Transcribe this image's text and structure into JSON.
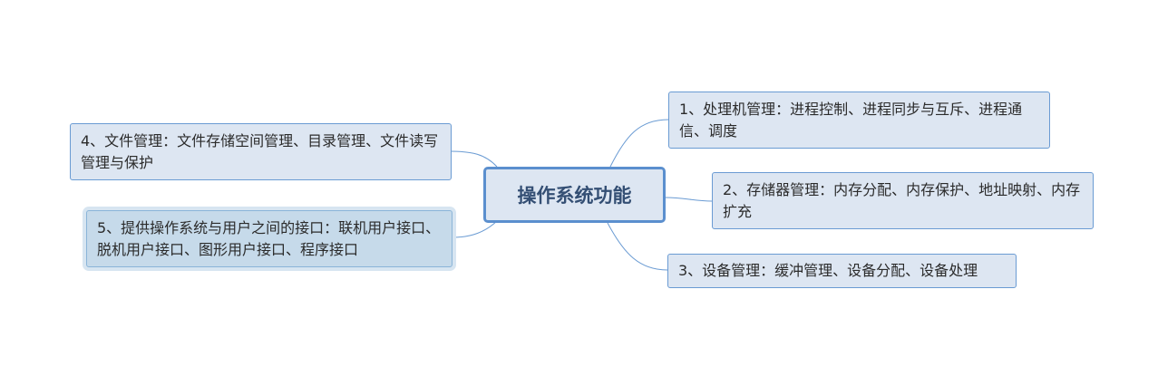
{
  "mindmap": {
    "root": {
      "label": "操作系统功能"
    },
    "branches": [
      {
        "id": "processor",
        "label": "1、处理机管理：进程控制、进程同步与互斥、进程通信、调度"
      },
      {
        "id": "storage",
        "label": "2、存储器管理：内存分配、内存保护、地址映射、内存扩充"
      },
      {
        "id": "device",
        "label": "3、设备管理：缓冲管理、设备分配、设备处理"
      },
      {
        "id": "file",
        "label": "4、文件管理：文件存储空间管理、目录管理、文件读写管理与保护"
      },
      {
        "id": "interface",
        "label": "5、提供操作系统与用户之间的接口：联机用户接口、脱机用户接口、图形用户接口、程序接口"
      }
    ]
  },
  "colors": {
    "connector": "#6a9bd3",
    "node_fill": "#dde6f2",
    "node_border": "#6a9bd3",
    "selected_fill": "#c6daea",
    "root_border": "#5b8fce",
    "root_text": "#344f74"
  }
}
